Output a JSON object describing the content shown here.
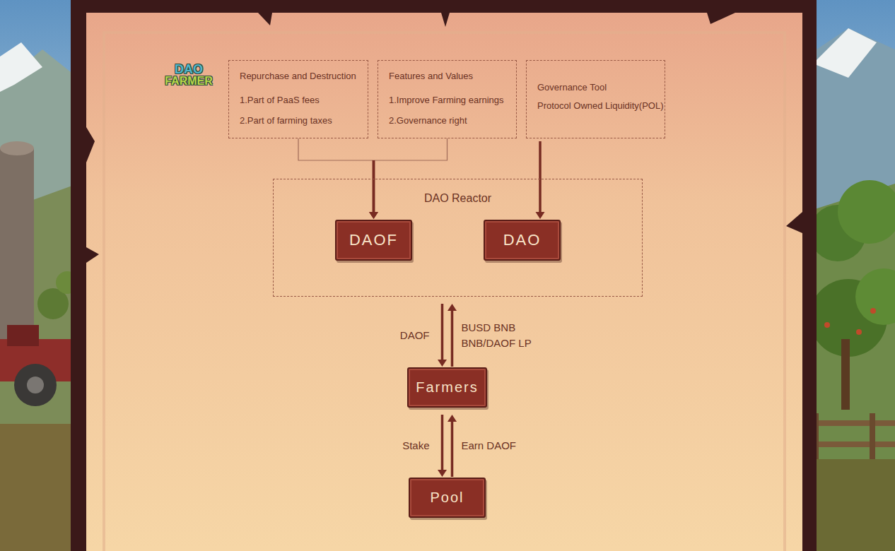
{
  "diagram": {
    "nodes": [
      {
        "text": [
          "Repurchase and Destruction",
          "1.Part of PaaS fees",
          "2.Part of farming taxes"
        ]
      },
      {
        "text": [
          "Features and Values",
          "1.Improve Farming earnings",
          "2.Governance right"
        ]
      },
      {
        "text": [
          "Governance Tool",
          "Protocol Owned Liquidity(POL)"
        ]
      },
      {
        "text": [
          "DAO Reactor"
        ]
      },
      {
        "text": [
          "DAOF"
        ],
        "in": 3
      },
      {
        "text": [
          "DAO"
        ],
        "in": 3
      },
      {
        "text": [
          "Farmers"
        ]
      },
      {
        "text": [
          "Pool"
        ]
      }
    ],
    "edges": [
      {
        "from": 0,
        "to": 4,
        "arrow": "to"
      },
      {
        "from": 1,
        "to": 4,
        "arrow": "to"
      },
      {
        "from": 2,
        "to": 5,
        "arrow": "to"
      },
      {
        "from": 3,
        "to": 6,
        "label": "DAOF",
        "arrow": "to"
      },
      {
        "from": 6,
        "to": 3,
        "label": "BUSD BNB BNB/DAOF LP",
        "arrow": "to"
      },
      {
        "from": 6,
        "to": 7,
        "label": "Stake",
        "arrow": "to"
      },
      {
        "from": 7,
        "to": 6,
        "label": "Earn DAOF",
        "arrow": "to"
      }
    ],
    "labels": [
      "DAO",
      "FARMER"
    ]
  }
}
